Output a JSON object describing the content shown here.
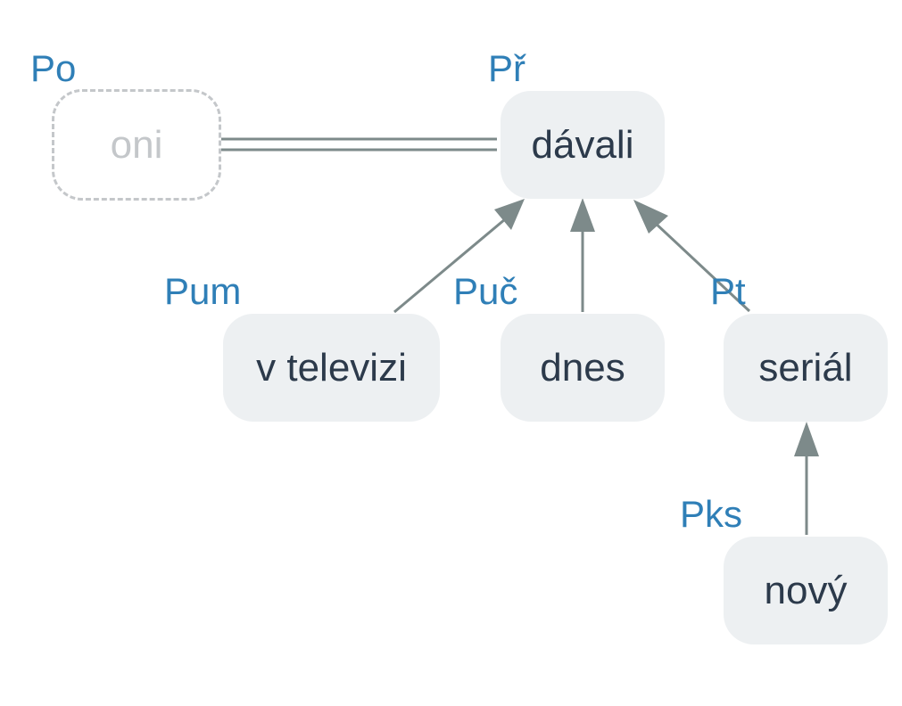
{
  "colors": {
    "node_fill": "#edf0f2",
    "node_text": "#2c3a4b",
    "ghost_text": "#c4c7ca",
    "ghost_border": "#c4c7ca",
    "role_label": "#2f7fb7",
    "edge": "#7d8a8a"
  },
  "nodes": {
    "oni": {
      "text": "oni",
      "role": "Po",
      "style": "ghost"
    },
    "davali": {
      "text": "dávali",
      "role": "Př",
      "style": "normal"
    },
    "v_televizi": {
      "text": "v televizi",
      "role": "Pum",
      "style": "normal"
    },
    "dnes": {
      "text": "dnes",
      "role": "Puč",
      "style": "normal"
    },
    "serial": {
      "text": "seriál",
      "role": "Pt",
      "style": "normal"
    },
    "novy": {
      "text": "nový",
      "role": "Pks",
      "style": "normal"
    }
  },
  "edges": [
    {
      "from": "oni",
      "to": "davali",
      "kind": "double-line"
    },
    {
      "from": "v_televizi",
      "to": "davali",
      "kind": "arrow"
    },
    {
      "from": "dnes",
      "to": "davali",
      "kind": "arrow"
    },
    {
      "from": "serial",
      "to": "davali",
      "kind": "arrow"
    },
    {
      "from": "novy",
      "to": "serial",
      "kind": "arrow"
    }
  ]
}
